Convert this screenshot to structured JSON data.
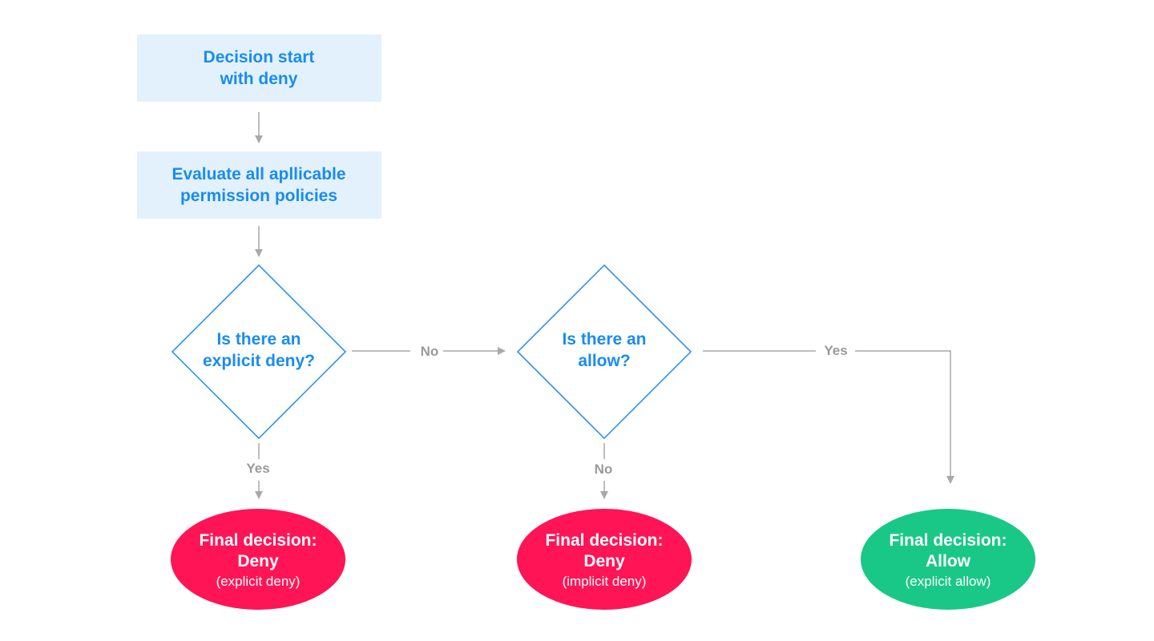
{
  "colors": {
    "process_fill": "#e3f1fc",
    "process_text": "#1a8cf0",
    "decision_stroke": "#1a8cf0",
    "deny_fill": "#ff1456",
    "allow_fill": "#19c887",
    "connector": "#a9a9a9",
    "edge_label": "#9a9a9a"
  },
  "nodes": {
    "start": {
      "lines": [
        "Decision start",
        "with deny"
      ]
    },
    "evaluate": {
      "lines": [
        "Evaluate all apllicable",
        "permission policies"
      ]
    },
    "explicit_deny_question": {
      "lines": [
        "Is there an",
        "explicit deny?"
      ]
    },
    "allow_question": {
      "lines": [
        "Is there an",
        "allow?"
      ]
    },
    "final_explicit_deny": {
      "title": "Final decision:",
      "decision": "Deny",
      "reason": "(explicit deny)"
    },
    "final_implicit_deny": {
      "title": "Final decision:",
      "decision": "Deny",
      "reason": "(implicit deny)"
    },
    "final_explicit_allow": {
      "title": "Final decision:",
      "decision": "Allow",
      "reason": "(explicit allow)"
    }
  },
  "edges": {
    "deny_no": "No",
    "deny_yes": "Yes",
    "allow_no": "No",
    "allow_yes": "Yes"
  }
}
